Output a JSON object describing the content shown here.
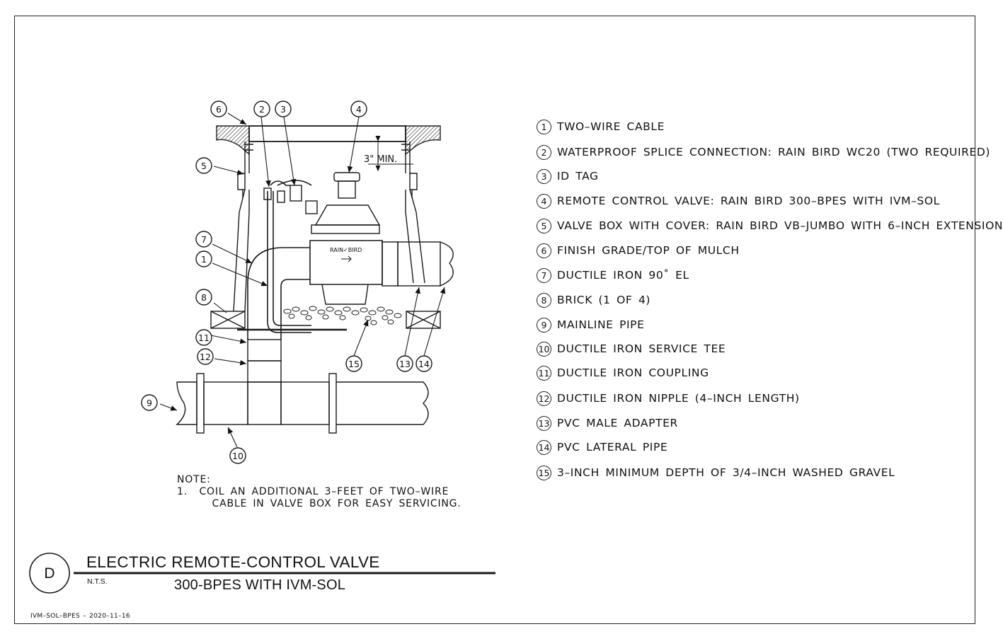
{
  "legend": [
    {
      "num": "1",
      "text": "TWO–WIRE CABLE"
    },
    {
      "num": "2",
      "text": "WATERPROOF SPLICE CONNECTION: RAIN BIRD WC20 (TWO REQUIRED)"
    },
    {
      "num": "3",
      "text": "ID TAG"
    },
    {
      "num": "4",
      "text": "REMOTE CONTROL VALVE: RAIN BIRD 300–BPES WITH IVM–SOL"
    },
    {
      "num": "5",
      "text": "VALVE BOX WITH COVER: RAIN BIRD VB–JUMBO WITH 6–INCH EXTENSION"
    },
    {
      "num": "6",
      "text": "FINISH GRADE/TOP OF MULCH"
    },
    {
      "num": "7",
      "text": "DUCTILE IRON 90˚ EL"
    },
    {
      "num": "8",
      "text": "BRICK (1 OF 4)"
    },
    {
      "num": "9",
      "text": "MAINLINE PIPE"
    },
    {
      "num": "10",
      "text": "DUCTILE IRON SERVICE TEE"
    },
    {
      "num": "11",
      "text": "DUCTILE IRON COUPLING"
    },
    {
      "num": "12",
      "text": "DUCTILE IRON NIPPLE (4–INCH LENGTH)"
    },
    {
      "num": "13",
      "text": "PVC MALE ADAPTER"
    },
    {
      "num": "14",
      "text": "PVC LATERAL PIPE"
    },
    {
      "num": "15",
      "text": "3–INCH MINIMUM DEPTH OF 3/4–INCH WASHED GRAVEL"
    }
  ],
  "dimension_label": "3\" MIN.",
  "valve_logo": "RAIN✓BIRD",
  "note": {
    "heading": "NOTE:",
    "line1": "1.  COIL AN ADDITIONAL 3–FEET OF TWO–WIRE",
    "line2": "      CABLE IN VALVE BOX FOR EASY SERVICING."
  },
  "title_block": {
    "detail_letter": "D",
    "title": "ELECTRIC REMOTE-CONTROL VALVE",
    "scale": "N.T.S.",
    "subtitle": "300-BPES WITH IVM-SOL",
    "drawing_id": "IVM–SOL–BPES  –  2020–11–16"
  }
}
